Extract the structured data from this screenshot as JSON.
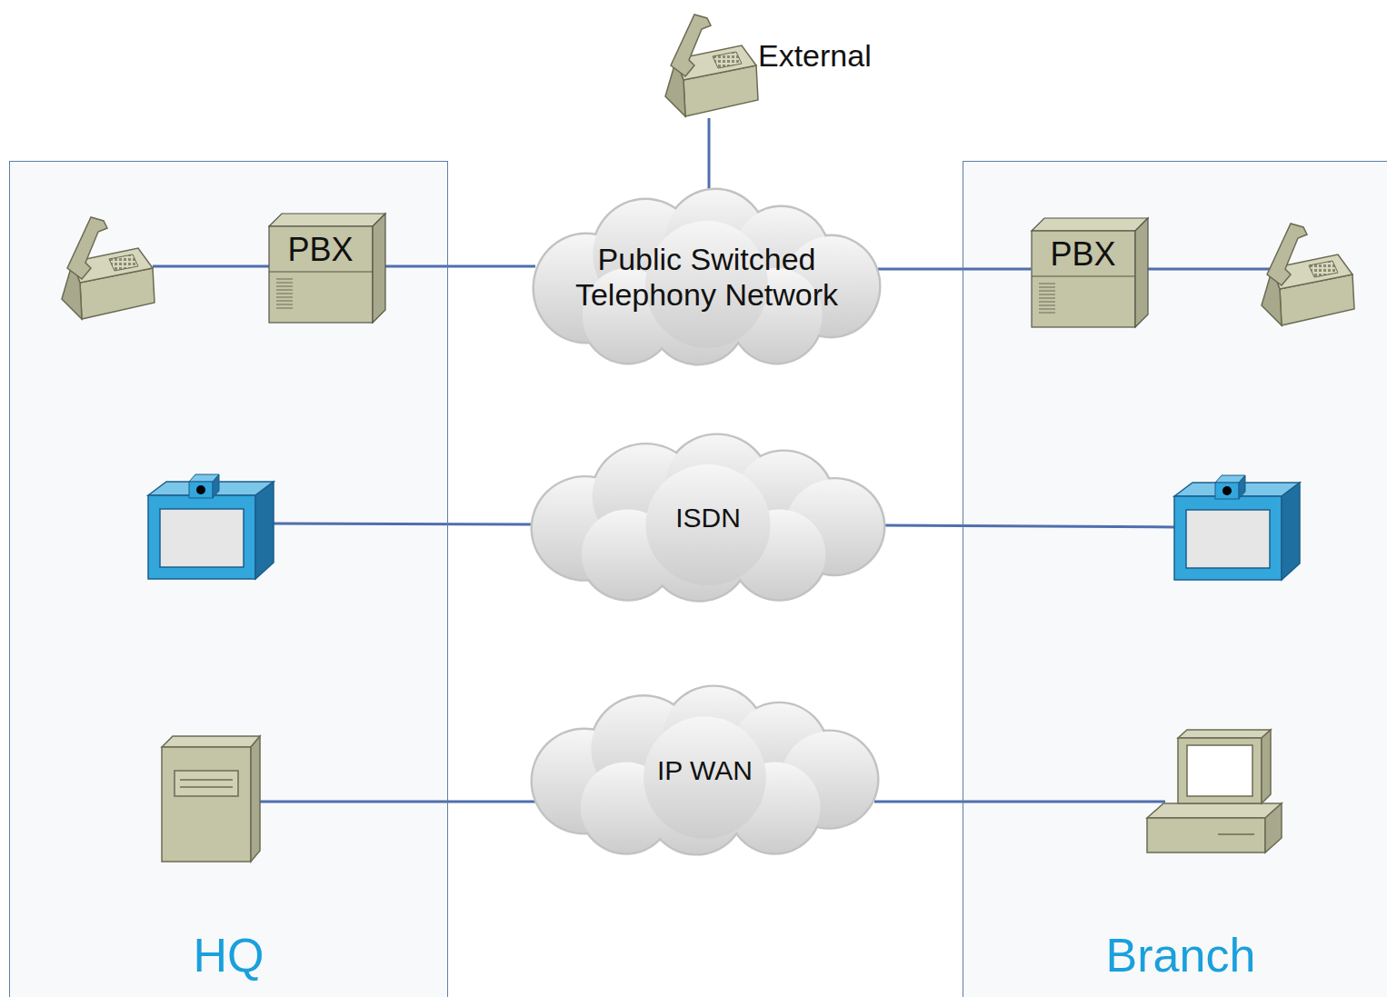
{
  "diagram": {
    "nodes": [
      {
        "text": [
          "External"
        ]
      },
      {
        "text": [
          "HQ"
        ]
      },
      {
        "text": [
          "PBX"
        ],
        "in": 1
      },
      {
        "text": [
          "Public Switched Telephony Network"
        ]
      },
      {
        "text": [
          "Branch"
        ]
      },
      {
        "text": [
          "PBX"
        ],
        "in": 4
      },
      {
        "text": [
          "ISDN"
        ]
      },
      {
        "text": [
          "IP WAN"
        ]
      }
    ],
    "edges": [
      {
        "from": 0,
        "to": 3,
        "arrow": "none"
      },
      {
        "from": 2,
        "to": 3,
        "arrow": "none"
      },
      {
        "from": 3,
        "to": 5,
        "arrow": "none"
      }
    ]
  }
}
